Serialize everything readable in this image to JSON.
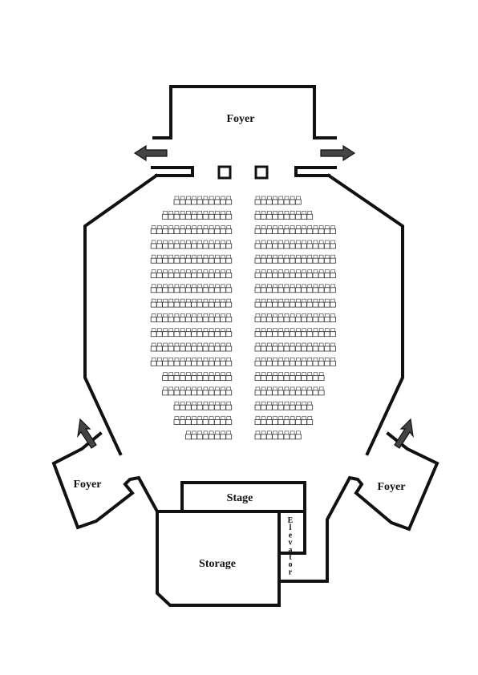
{
  "rooms": {
    "foyer_top": "Foyer",
    "foyer_left": "Foyer",
    "foyer_right": "Foyer",
    "stage": "Stage",
    "storage": "Storage",
    "elevator": "Elevator"
  },
  "seating": {
    "left_block_seats_per_row": [
      10,
      12,
      14,
      14,
      14,
      14,
      14,
      14,
      14,
      14,
      14,
      14,
      12,
      12,
      10,
      10,
      8
    ],
    "right_block_seats_per_row": [
      8,
      10,
      14,
      14,
      14,
      14,
      14,
      14,
      14,
      14,
      14,
      14,
      12,
      12,
      10,
      10,
      8
    ]
  },
  "colors": {
    "wall": "#111111",
    "arrow_fill": "#444444",
    "seat_stroke": "#333333"
  },
  "icons": {
    "exit_arrow": "arrow-icon"
  }
}
